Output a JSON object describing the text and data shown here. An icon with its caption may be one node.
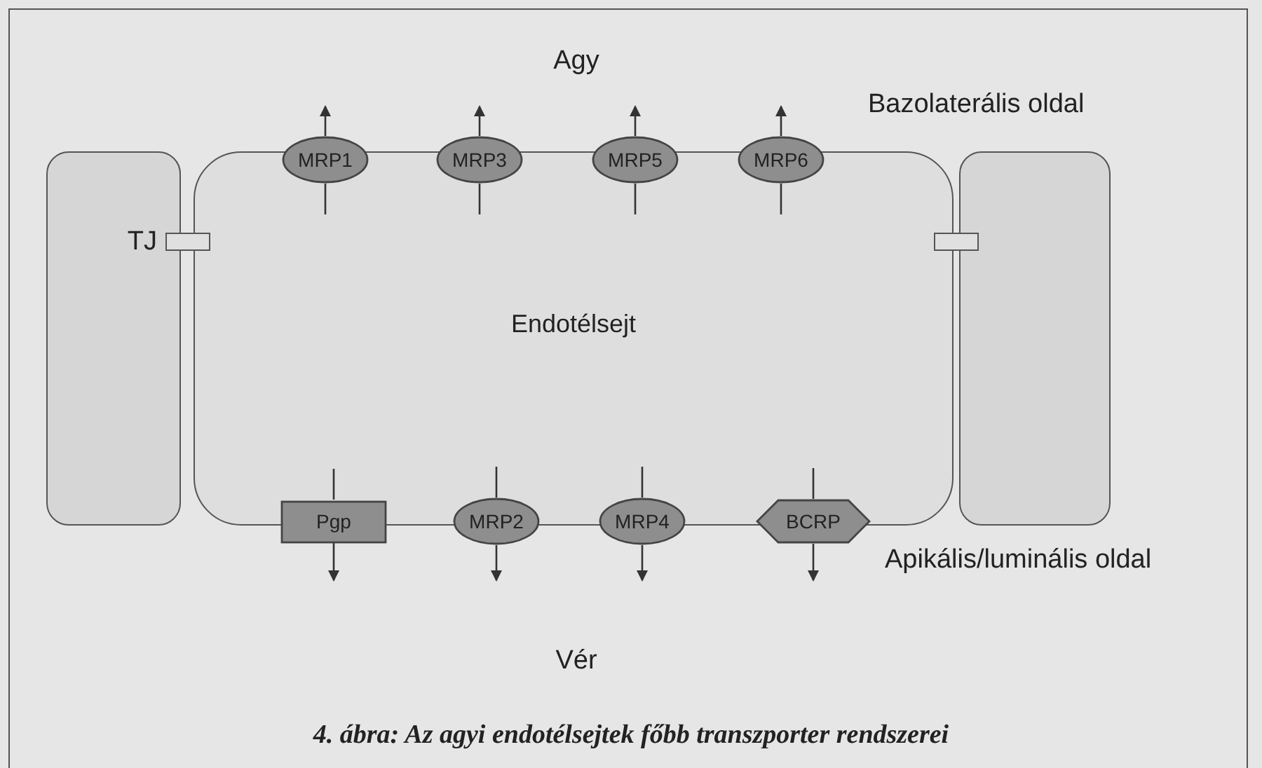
{
  "diagram": {
    "caption": "4. ábra: Az agyi endotélsejtek főbb transzporter rendszerei",
    "nodes": [
      {
        "text": [],
        "shape": "box"
      },
      {
        "text": [
          "Endotélsejt"
        ]
      },
      {
        "text": [],
        "shape": "box"
      },
      {
        "text": [],
        "shape": "box",
        "beside": [
          "TJ"
        ]
      },
      {
        "text": [],
        "shape": "box"
      },
      {
        "text": [
          "MRP1"
        ]
      },
      {
        "text": [
          "MRP3"
        ]
      },
      {
        "text": [
          "MRP5"
        ]
      },
      {
        "text": [
          "MRP6"
        ]
      },
      {
        "text": [
          "Pgp"
        ]
      },
      {
        "text": [
          "MRP2"
        ]
      },
      {
        "text": [
          "MRP4"
        ]
      },
      {
        "text": [
          "BCRP"
        ]
      }
    ],
    "edges": [
      {
        "from": 1,
        "to": 5,
        "arrow": "none"
      },
      {
        "from": 5,
        "to": null,
        "arrow": "to"
      },
      {
        "from": 1,
        "to": 6,
        "arrow": "none"
      },
      {
        "from": 6,
        "to": null,
        "arrow": "to"
      },
      {
        "from": 1,
        "to": 7,
        "arrow": "none"
      },
      {
        "from": 7,
        "to": null,
        "arrow": "to"
      },
      {
        "from": 1,
        "to": 8,
        "arrow": "none"
      },
      {
        "from": 8,
        "to": null,
        "arrow": "to"
      },
      {
        "from": 1,
        "to": 9,
        "arrow": "none"
      },
      {
        "from": 9,
        "to": null,
        "arrow": "to"
      },
      {
        "from": 1,
        "to": 10,
        "arrow": "none"
      },
      {
        "from": 10,
        "to": null,
        "arrow": "to"
      },
      {
        "from": 1,
        "to": 11,
        "arrow": "none"
      },
      {
        "from": 11,
        "to": null,
        "arrow": "to"
      },
      {
        "from": 1,
        "to": 12,
        "arrow": "none"
      },
      {
        "from": 12,
        "to": null,
        "arrow": "to"
      }
    ],
    "labels": [
      "Agy",
      "Bazolaterális oldal",
      "Apikális/luminális oldal",
      "Vér"
    ]
  }
}
